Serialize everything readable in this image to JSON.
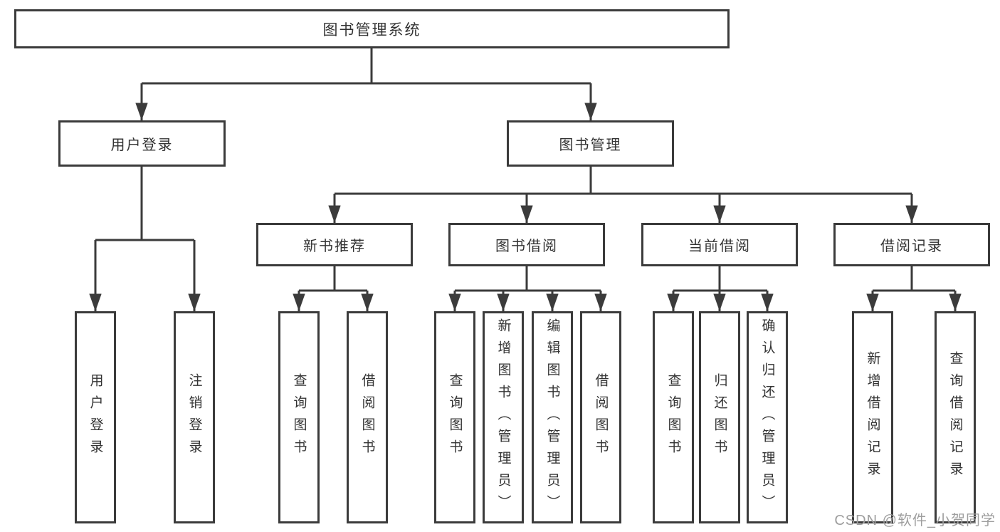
{
  "title": "图书管理系统",
  "watermark": "CSDN @软件_小贺同学",
  "colors": {
    "line": "#3b3b3b",
    "box_border": "#3b3b3b",
    "text": "#333333",
    "background": "#ffffff",
    "watermark": "#9e9e9e"
  },
  "tree": {
    "root": "图书管理系统",
    "branches": [
      {
        "label": "用户登录",
        "children": [
          "用户登录",
          "注销登录"
        ]
      },
      {
        "label": "图书管理",
        "groups": [
          {
            "label": "新书推荐",
            "children": [
              "查询图书",
              "借阅图书"
            ]
          },
          {
            "label": "图书借阅",
            "children": [
              "查询图书",
              "新增图书（管理员）",
              "编辑图书（管理员）",
              "借阅图书"
            ]
          },
          {
            "label": "当前借阅",
            "children": [
              "查询图书",
              "归还图书",
              "确认归还（管理员）"
            ]
          },
          {
            "label": "借阅记录",
            "children": [
              "新增借阅记录",
              "查询借阅记录"
            ]
          }
        ]
      }
    ]
  }
}
